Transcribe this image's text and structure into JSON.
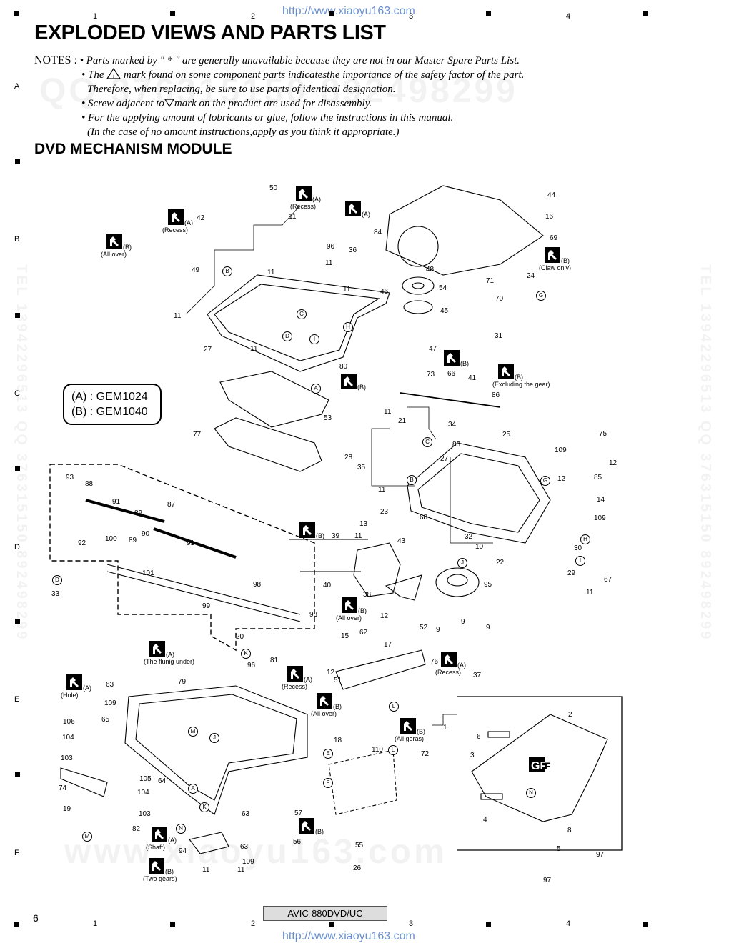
{
  "header": {
    "url": "http://www.xiaoyu163.com",
    "col_numbers": [
      "1",
      "2",
      "3",
      "4"
    ],
    "title": "EXPLODED VIEWS AND PARTS LIST"
  },
  "row_letters": [
    "A",
    "B",
    "C",
    "D",
    "E",
    "F"
  ],
  "notes": {
    "prefix": "NOTES :",
    "line1": "• Parts marked by  \" * \"  are generally unavailable because they are not in our Master Spare Parts List.",
    "line2a": "• The",
    "line2b": "mark found on some component parts indicatesthe importance of the safety factor of the part.",
    "line3": "Therefore, when replacing, be sure to use parts of identical designation.",
    "line4a": "• Screw adjacent to",
    "line4b": "mark on the product are used for disassembly.",
    "line5": "• For the applying amount of lobricants or glue, follow the instructions in this manual.",
    "line6": "(In the case of no amount instructions,apply as you think it appropriate.)"
  },
  "section_title": "DVD MECHANISM MODULE",
  "legend": {
    "a": "(A) : GEM1024",
    "b": "(B) : GEM1040"
  },
  "watermark": {
    "text1": "QQ 376315150  892498299",
    "text2": "TEL 13942296513  QQ 376315150  892498299",
    "text3": "www.xiaoyu163.com"
  },
  "diagram": {
    "parts": [
      "1",
      "2",
      "3",
      "4",
      "5",
      "6",
      "7",
      "8",
      "9",
      "9",
      "9",
      "10",
      "11",
      "11",
      "11",
      "11",
      "11",
      "11",
      "11",
      "11",
      "11",
      "11",
      "11",
      "11",
      "12",
      "12",
      "12",
      "12",
      "13",
      "14",
      "15",
      "16",
      "17",
      "18",
      "19",
      "20",
      "21",
      "22",
      "23",
      "24",
      "25",
      "26",
      "27",
      "27",
      "28",
      "29",
      "30",
      "31",
      "32",
      "33",
      "34",
      "35",
      "36",
      "37",
      "38",
      "39",
      "40",
      "41",
      "42",
      "43",
      "44",
      "45",
      "46",
      "47",
      "48",
      "49",
      "50",
      "51",
      "52",
      "53",
      "54",
      "55",
      "56",
      "57",
      "62",
      "63",
      "63",
      "63",
      "64",
      "65",
      "66",
      "67",
      "68",
      "69",
      "70",
      "71",
      "72",
      "73",
      "74",
      "75",
      "76",
      "77",
      "79",
      "80",
      "81",
      "82",
      "83",
      "84",
      "85",
      "86",
      "87",
      "88",
      "89",
      "89",
      "90",
      "91",
      "91",
      "92",
      "93",
      "93",
      "94",
      "95",
      "96",
      "96",
      "97",
      "97",
      "98",
      "99",
      "100",
      "101",
      "103",
      "103",
      "104",
      "104",
      "105",
      "106",
      "109",
      "109",
      "109",
      "109",
      "110"
    ],
    "letters": [
      "A",
      "A",
      "B",
      "B",
      "C",
      "C",
      "D",
      "D",
      "E",
      "F",
      "G",
      "G",
      "H",
      "H",
      "I",
      "I",
      "J",
      "J",
      "K",
      "K",
      "L",
      "L",
      "M",
      "M",
      "N",
      "N"
    ],
    "tags": [
      {
        "label": "(A)",
        "sub": "(Recess)"
      },
      {
        "label": "(A)",
        "sub": "(Recess)"
      },
      {
        "label": "(A)",
        "sub": ""
      },
      {
        "label": "(B)",
        "sub": "(All over)"
      },
      {
        "label": "(B)",
        "sub": "(Claw only)"
      },
      {
        "label": "(B)",
        "sub": ""
      },
      {
        "label": "(B)",
        "sub": ""
      },
      {
        "label": "(B)",
        "sub": "(Excluding the gear)"
      },
      {
        "label": "(B)",
        "sub": ""
      },
      {
        "label": "(B)",
        "sub": "(All over)"
      },
      {
        "label": "(A)",
        "sub": "(The flunig under)"
      },
      {
        "label": "(A)",
        "sub": "(Recess)"
      },
      {
        "label": "(A)",
        "sub": "(Recess)"
      },
      {
        "label": "(A)",
        "sub": "(Hole)"
      },
      {
        "label": "(B)",
        "sub": "(All over)"
      },
      {
        "label": "(B)",
        "sub": "(All geras)"
      },
      {
        "label": "(A)",
        "sub": "(Shaft)"
      },
      {
        "label": "(B)",
        "sub": ""
      },
      {
        "label": "(B)",
        "sub": "(Two gears)"
      }
    ],
    "gf_label": "GF"
  },
  "footer": {
    "page_number": "6",
    "model": "AVIC-880DVD/UC",
    "url": "http://www.xiaoyu163.com"
  }
}
